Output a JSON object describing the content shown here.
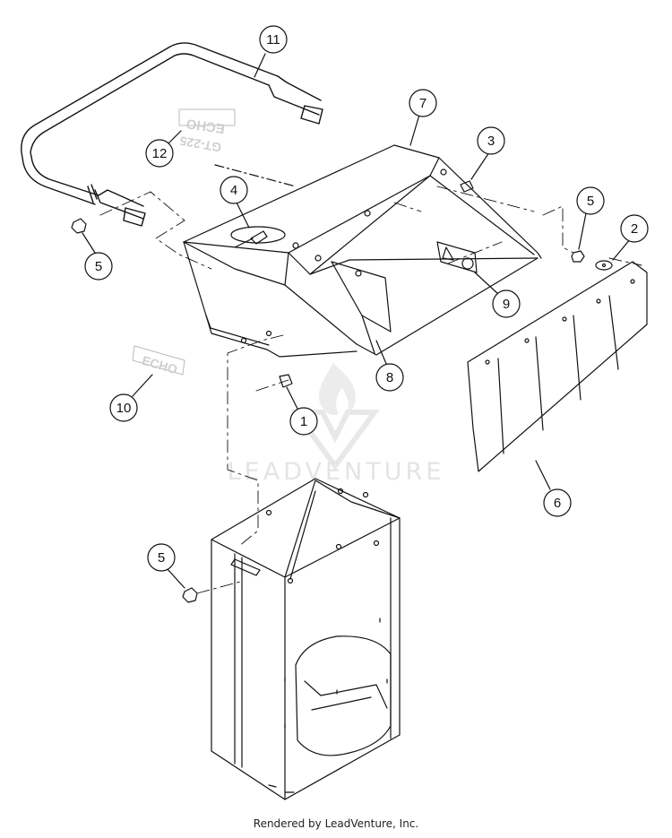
{
  "watermark": {
    "text": "LEADVENTURE"
  },
  "footer": {
    "text": "Rendered by LeadVenture, Inc."
  },
  "decals": {
    "echo_label": "ECHO",
    "model_label": "GT-225"
  },
  "callouts": [
    {
      "id": "c11",
      "label": "11"
    },
    {
      "id": "c12",
      "label": "12"
    },
    {
      "id": "c7",
      "label": "7"
    },
    {
      "id": "c3",
      "label": "3"
    },
    {
      "id": "c4",
      "label": "4"
    },
    {
      "id": "c5a",
      "label": "5"
    },
    {
      "id": "c5b",
      "label": "5"
    },
    {
      "id": "c2",
      "label": "2"
    },
    {
      "id": "c9",
      "label": "9"
    },
    {
      "id": "c8",
      "label": "8"
    },
    {
      "id": "c10",
      "label": "10"
    },
    {
      "id": "c1",
      "label": "1"
    },
    {
      "id": "c6",
      "label": "6"
    },
    {
      "id": "c5c",
      "label": "5"
    }
  ]
}
